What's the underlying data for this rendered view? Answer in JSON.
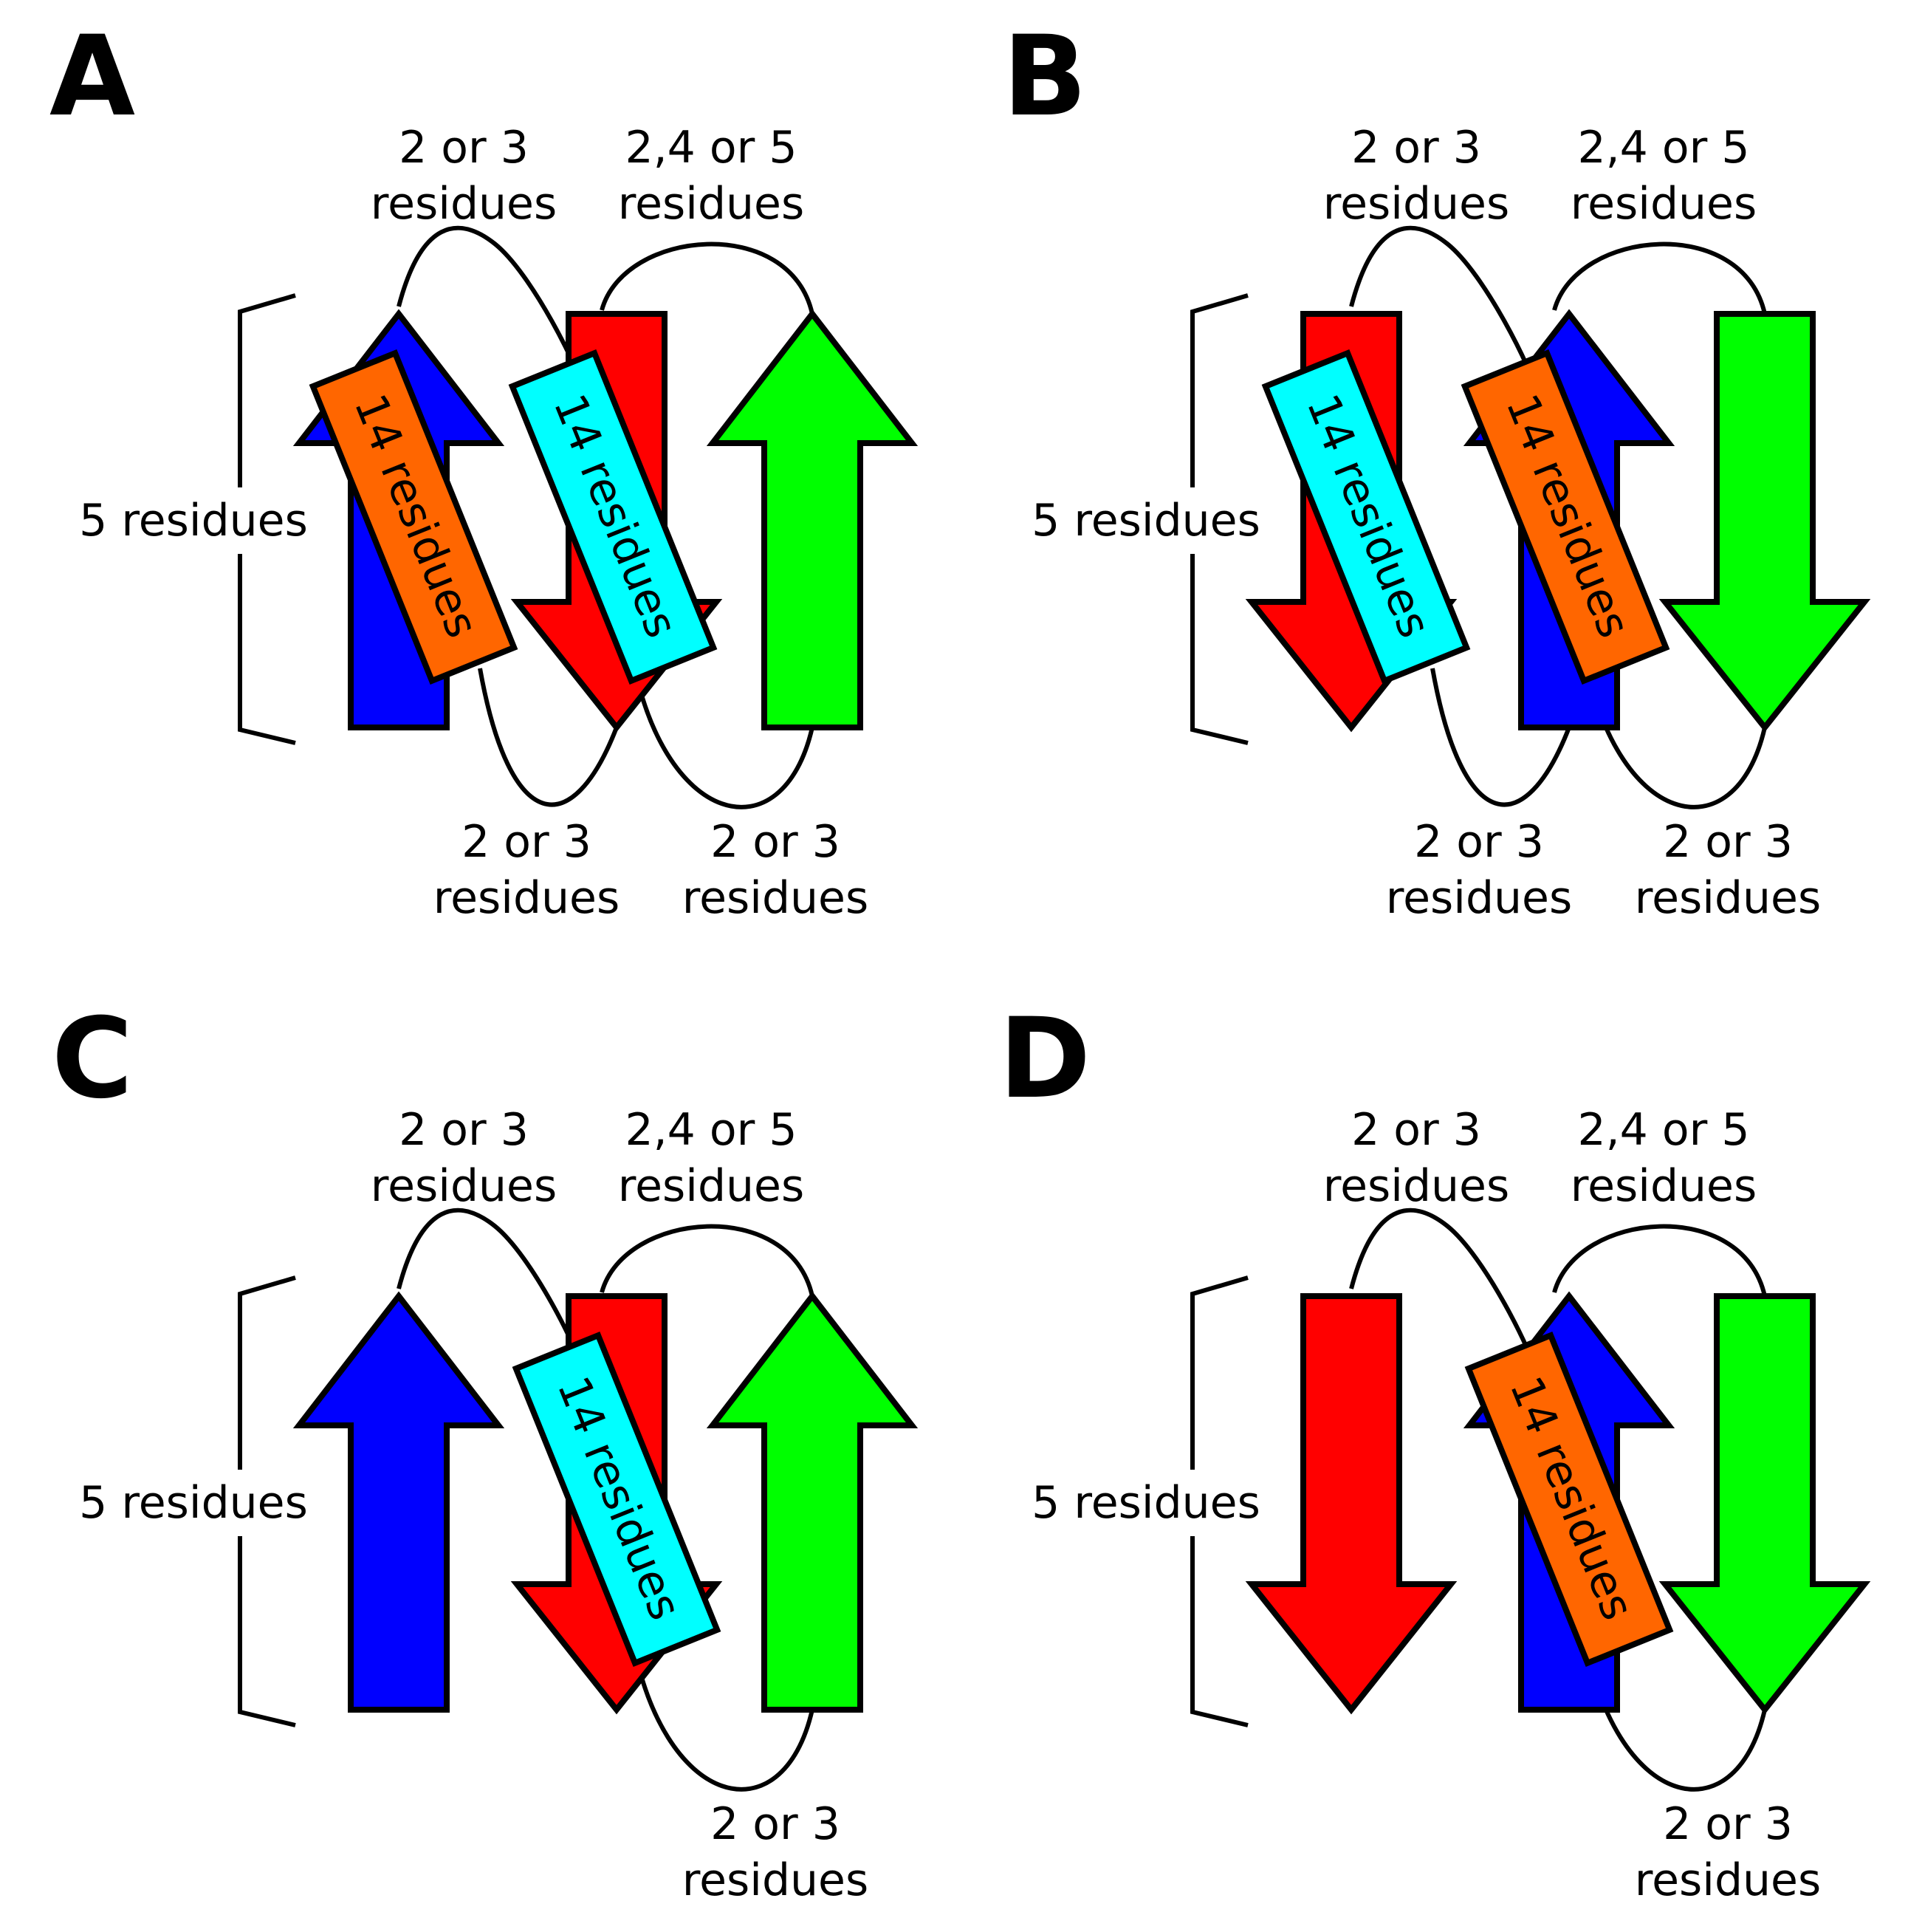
{
  "colors": {
    "blue": "#0000ff",
    "red": "#ff0000",
    "green": "#00ff00",
    "orange": "#ff6600",
    "cyan": "#00ffff"
  },
  "panels": [
    {
      "letter": "A",
      "top_loop_1": [
        "2 or 3",
        "residues"
      ],
      "top_loop_2": [
        "2,4 or 5",
        "residues"
      ],
      "bottom_loop_1": [
        "2 or 3",
        "residues"
      ],
      "bottom_loop_2": [
        "2 or 3",
        "residues"
      ],
      "strand_length": "5 residues",
      "strands": [
        {
          "color": "blue",
          "direction": "up"
        },
        {
          "color": "red",
          "direction": "down"
        },
        {
          "color": "green",
          "direction": "up"
        }
      ],
      "helices": [
        {
          "label": "14 residues",
          "color": "orange"
        },
        {
          "label": "14 residues",
          "color": "cyan"
        }
      ]
    },
    {
      "letter": "B",
      "top_loop_1": [
        "2 or 3",
        "residues"
      ],
      "top_loop_2": [
        "2,4 or 5",
        "residues"
      ],
      "bottom_loop_1": [
        "2 or 3",
        "residues"
      ],
      "bottom_loop_2": [
        "2 or 3",
        "residues"
      ],
      "strand_length": "5 residues",
      "strands": [
        {
          "color": "red",
          "direction": "down"
        },
        {
          "color": "blue",
          "direction": "up"
        },
        {
          "color": "green",
          "direction": "down"
        }
      ],
      "helices": [
        {
          "label": "14 residues",
          "color": "cyan"
        },
        {
          "label": "14 residues",
          "color": "orange"
        }
      ]
    },
    {
      "letter": "C",
      "top_loop_1": [
        "2 or 3",
        "residues"
      ],
      "top_loop_2": [
        "2,4 or 5",
        "residues"
      ],
      "bottom_loop_2": [
        "2 or 3",
        "residues"
      ],
      "strand_length": "5 residues",
      "strands": [
        {
          "color": "blue",
          "direction": "up"
        },
        {
          "color": "red",
          "direction": "down"
        },
        {
          "color": "green",
          "direction": "up"
        }
      ],
      "helices": [
        {
          "label": "14 residues",
          "color": "cyan"
        }
      ]
    },
    {
      "letter": "D",
      "top_loop_1": [
        "2 or 3",
        "residues"
      ],
      "top_loop_2": [
        "2,4 or 5",
        "residues"
      ],
      "bottom_loop_2": [
        "2 or 3",
        "residues"
      ],
      "strand_length": "5 residues",
      "strands": [
        {
          "color": "red",
          "direction": "down"
        },
        {
          "color": "blue",
          "direction": "up"
        },
        {
          "color": "green",
          "direction": "down"
        }
      ],
      "helices": [
        {
          "label": "14 residues",
          "color": "orange"
        }
      ]
    }
  ]
}
